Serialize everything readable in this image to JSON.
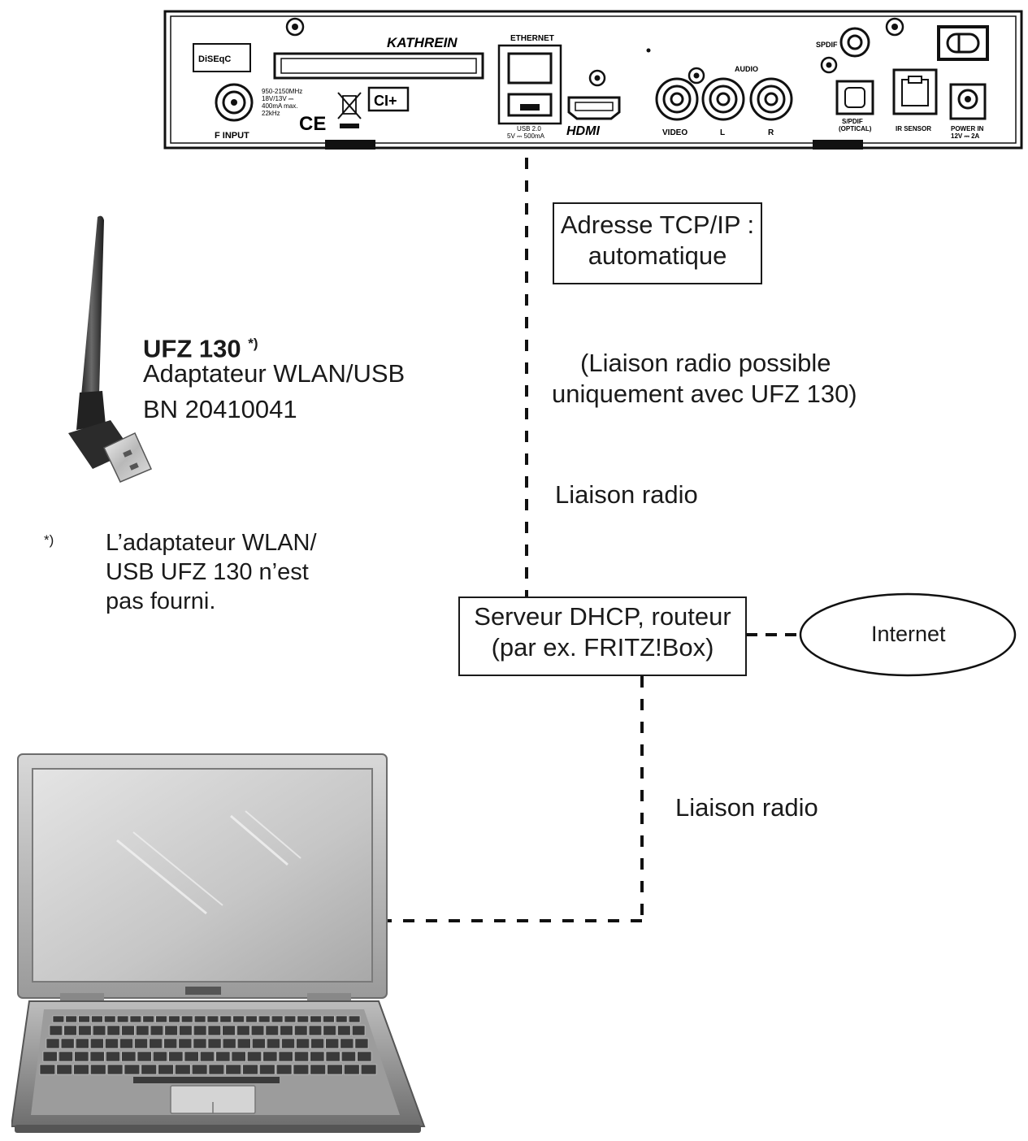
{
  "receiver": {
    "brand": "KATHREIN",
    "diseqc": "DiSEqC",
    "ethernet": "ETHERNET",
    "usb": "USB 2.0",
    "usb_power": "5V ⎓ 500mA",
    "f_input": "F INPUT",
    "lnb_specs": [
      "950-2150MHz",
      "18V/13V ⎓",
      "400mA max.",
      "22kHz"
    ],
    "ce": "CE",
    "ci_plus": "CI+",
    "hdmi": "HDMI",
    "audio": "AUDIO",
    "video": "VIDEO",
    "left": "L",
    "right": "R",
    "spdif": "SPDIF",
    "spdif_optical": [
      "S/PDIF",
      "(OPTICAL)"
    ],
    "ir_sensor": "IR SENSOR",
    "power_in": [
      "POWER IN",
      "12V ⎓ 2A"
    ]
  },
  "labels": {
    "tcp_ip_line1": "Adresse TCP/IP :",
    "tcp_ip_line2": "automatique",
    "radio_possible_line1": "(Liaison radio possible",
    "radio_possible_line2": "uniquement avec UFZ 130)",
    "radio_link_upper": "Liaison radio",
    "radio_link_lower": "Liaison radio",
    "router_line1": "Serveur DHCP, routeur",
    "router_line2": "(par ex. FRITZ!Box)",
    "internet": "Internet"
  },
  "adapter": {
    "model": "UFZ 130",
    "model_mark": "*)",
    "description": "Adaptateur WLAN/USB",
    "order_number": "BN 20410041"
  },
  "footnote": {
    "mark": "*)",
    "line1": "L’adaptateur WLAN/",
    "line2": "USB UFZ 130 n’est",
    "line3": "pas fourni."
  }
}
